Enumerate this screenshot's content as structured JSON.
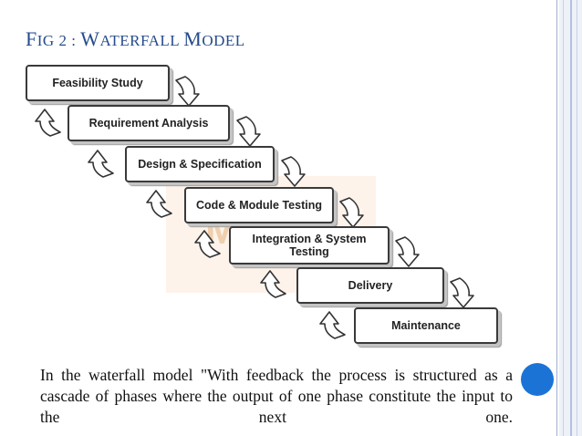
{
  "title": {
    "part1_initial": "F",
    "part1_rest": "IG 2 : ",
    "part2_initial": "W",
    "part2_rest": "ATERFALL ",
    "part3_initial": "M",
    "part3_rest": "ODEL"
  },
  "watermark": "MSO",
  "phases": [
    "Feasibility Study",
    "Requirement Analysis",
    "Design & Specification",
    "Code & Module Testing",
    "Integration & System Testing",
    "Delivery",
    "Maintenance"
  ],
  "caption": "In the waterfall model \"With feedback the process is structured as a cascade of phases where the output of one phase constitute the input to the next one.",
  "colors": {
    "title": "#264b8c",
    "accent_circle": "#1b73d6",
    "box_border": "#3a3a3a"
  }
}
